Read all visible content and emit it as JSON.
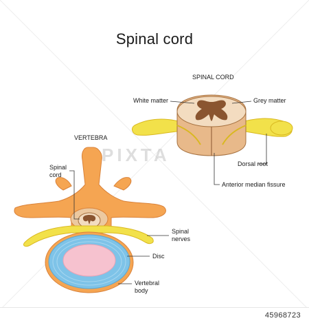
{
  "title": "Spinal cord",
  "labels": {
    "spinal_cord_heading": "SPINAL CORD",
    "vertebra_heading": "VERTEBRA",
    "white_matter": "White matter",
    "grey_matter": "Grey matter",
    "dorsal_root": "Dorsal root",
    "anterior_median_fissure": "Anterior median fissure",
    "spinal_cord_line1": "Spinal",
    "spinal_cord_line2": "cord",
    "spinal_nerves_line1": "Spinal",
    "spinal_nerves_line2": "nerves",
    "disc": "Disc",
    "vertebral_body_line1": "Vertebral",
    "vertebral_body_line2": "body"
  },
  "watermark": "PIXTA",
  "footer": {
    "image_id": "45968723"
  },
  "colors": {
    "bone": "#f5a552",
    "bone_dark": "#d9823a",
    "nerve": "#f2e14a",
    "nerve_dark": "#d9b820",
    "disc_blue": "#7ec3e8",
    "disc_pink": "#f6c2cf",
    "white_matter": "#f3dcc0",
    "grey_matter": "#8a5530"
  }
}
